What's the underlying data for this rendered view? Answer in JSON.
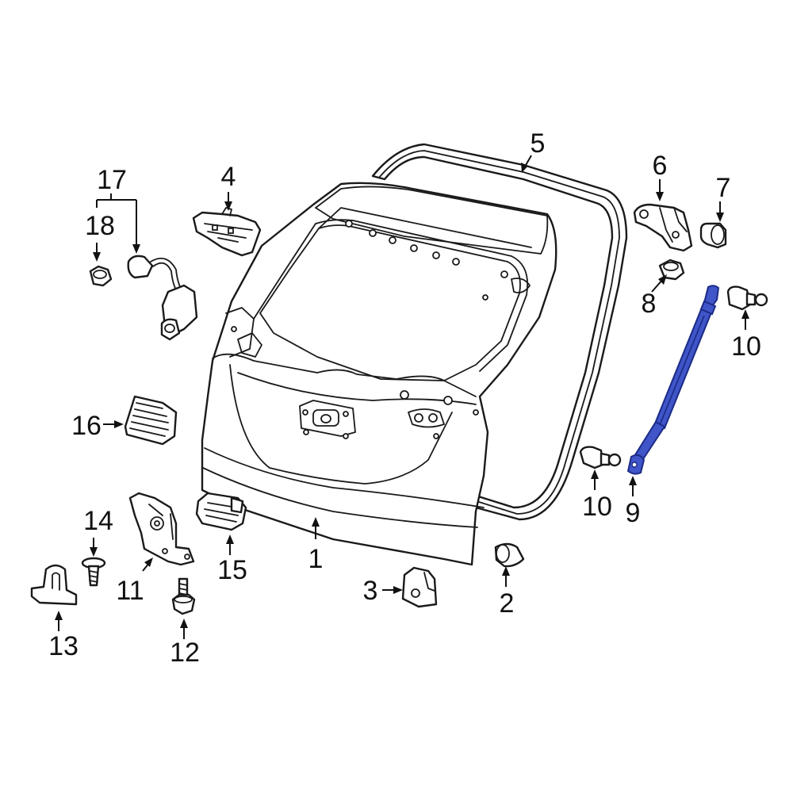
{
  "callouts": {
    "c1": "1",
    "c2": "2",
    "c3": "3",
    "c4": "4",
    "c5": "5",
    "c6": "6",
    "c7": "7",
    "c8": "8",
    "c9": "9",
    "c10a": "10",
    "c10b": "10",
    "c11": "11",
    "c12": "12",
    "c13": "13",
    "c14": "14",
    "c15": "15",
    "c16": "16",
    "c17": "17",
    "c18": "18"
  },
  "colors": {
    "highlight": "#3f55c8",
    "highlight_outline": "#1c2b86",
    "line": "#1a1a1a"
  }
}
